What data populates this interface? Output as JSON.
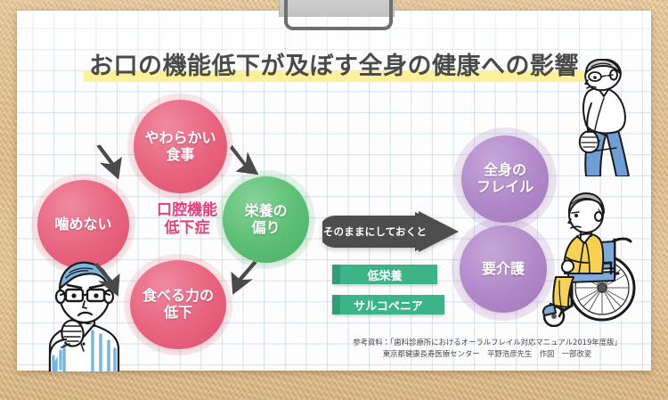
{
  "title": {
    "text": "お口の機能低下が及ぼす全身の健康への影響",
    "highlight_color": "#fdf09a",
    "text_color": "#4a4a4a"
  },
  "cycle": {
    "center_label": "口腔機能低下症",
    "center_color": "#e63f7a",
    "nodes": [
      {
        "id": "soft-food",
        "label": "やわらかい\n食事",
        "line1": "やわらかい",
        "line2": "食事",
        "color": "#e8647f",
        "type": "pink"
      },
      {
        "id": "nutrition",
        "label": "栄養の\n偏り",
        "line1": "栄養の",
        "line2": "偏り",
        "color": "#5dbf75",
        "type": "green"
      },
      {
        "id": "eat-power",
        "label": "食べる力の\n低下",
        "line1": "食べる力の",
        "line2": "低下",
        "color": "#e8647f",
        "type": "pink"
      },
      {
        "id": "cannot-chew",
        "label": "噛めない",
        "line1": "噛めない",
        "line2": "",
        "color": "#e8647f",
        "type": "pink"
      }
    ],
    "arrow_color": "#4a4a4a"
  },
  "transition": {
    "arrow_label": "そのままにしておくと",
    "arrow_color": "#4d4d4d",
    "arrow_text_color": "#ffffff"
  },
  "outcomes": [
    {
      "id": "frailty",
      "line1": "全身の",
      "line2": "フレイル",
      "color": "#b088c8"
    },
    {
      "id": "care-need",
      "line1": "要介護",
      "line2": "",
      "color": "#b088c8"
    }
  ],
  "tags": [
    {
      "id": "low-nutrition",
      "label": "低栄養",
      "color": "#3cb389"
    },
    {
      "id": "sarcopenia",
      "label": "サルコペニア",
      "color": "#3cb389"
    }
  ],
  "credits": {
    "line1": "参考資料：「歯科診療所におけるオーラルフレイル対応マニュアル2019年度版」",
    "line2": "東京都健康長寿医療センター　平野浩彦先生　作図　一部改変"
  },
  "illustrations": [
    {
      "id": "worried-man",
      "description": "眼鏡の男性 青ストライプシャツ 手をあごに"
    },
    {
      "id": "stooped-man",
      "description": "前かがみの高齢男性 膝に手"
    },
    {
      "id": "wheelchair",
      "description": "車いすの高齢女性 黄色の上着"
    }
  ],
  "background": {
    "board_color": "#d8b582",
    "sheet_color": "#fdfdfd",
    "grid_color": "#96b9e1"
  }
}
